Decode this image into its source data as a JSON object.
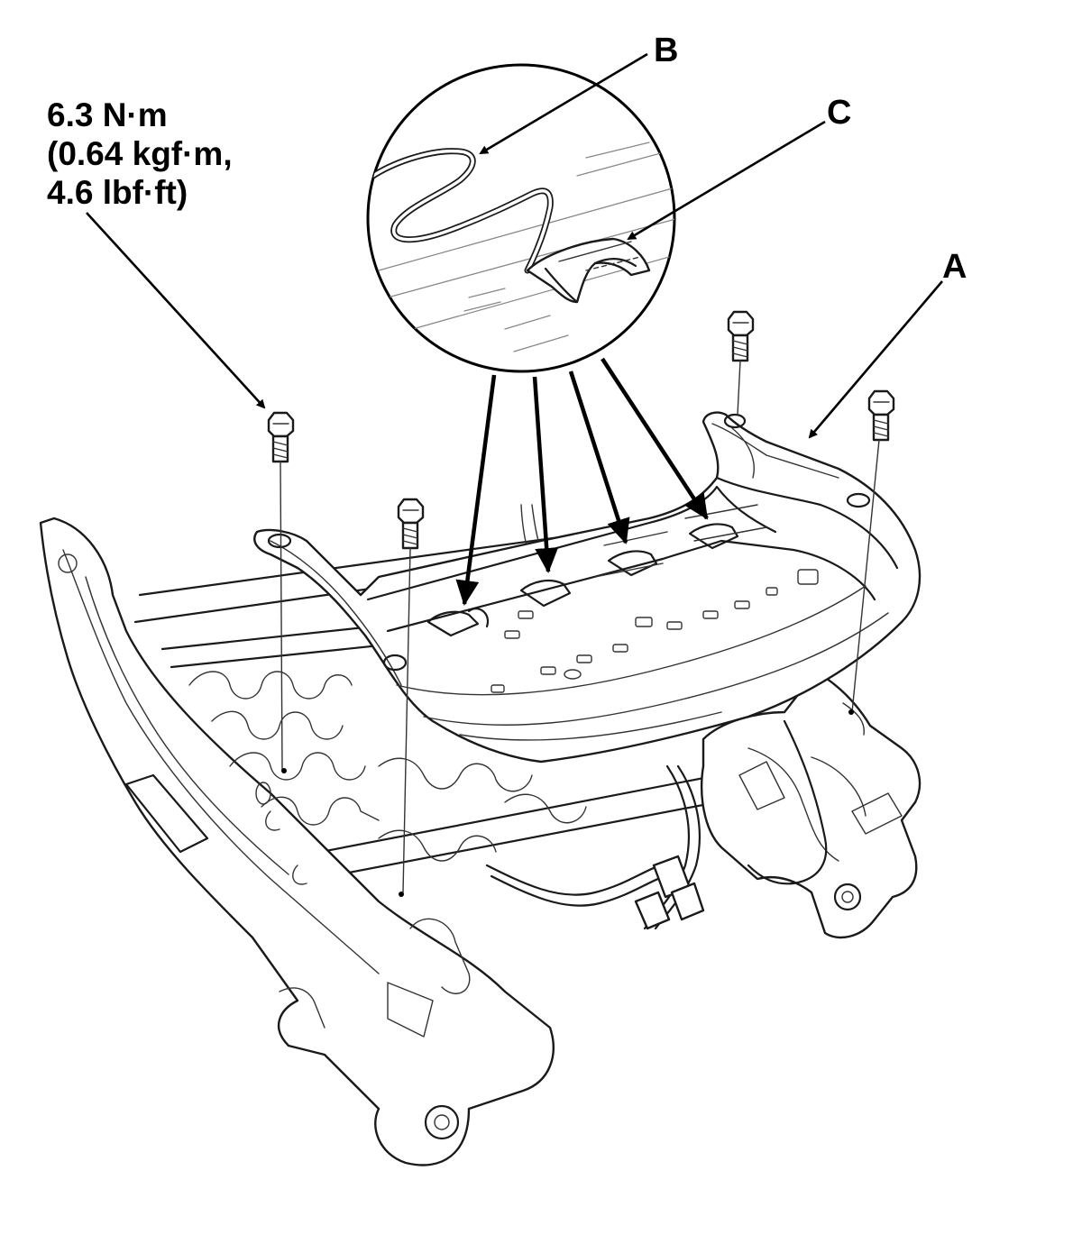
{
  "labels": {
    "a": "A",
    "b": "B",
    "c": "C"
  },
  "torque": {
    "line1": "6.3 N·m",
    "line2": "(0.64 kgf·m,",
    "line3": "4.6 lbf·ft)"
  },
  "colors": {
    "ink": "#000000",
    "paper": "#ffffff"
  }
}
